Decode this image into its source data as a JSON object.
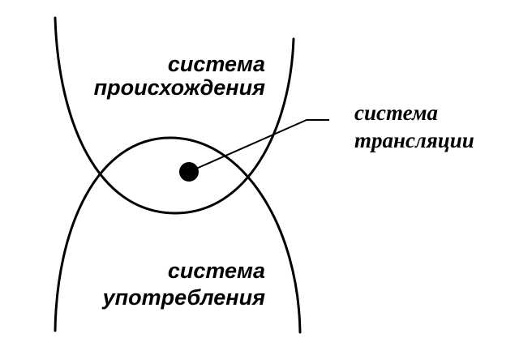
{
  "labels": {
    "origin": {
      "line1": "система",
      "line2": "происхождения"
    },
    "usage": {
      "line1": "система",
      "line2": "употребления"
    },
    "translation": {
      "line1": "система",
      "line2": "трансляции"
    }
  },
  "colors": {
    "stroke": "#000000",
    "background": "#ffffff"
  }
}
